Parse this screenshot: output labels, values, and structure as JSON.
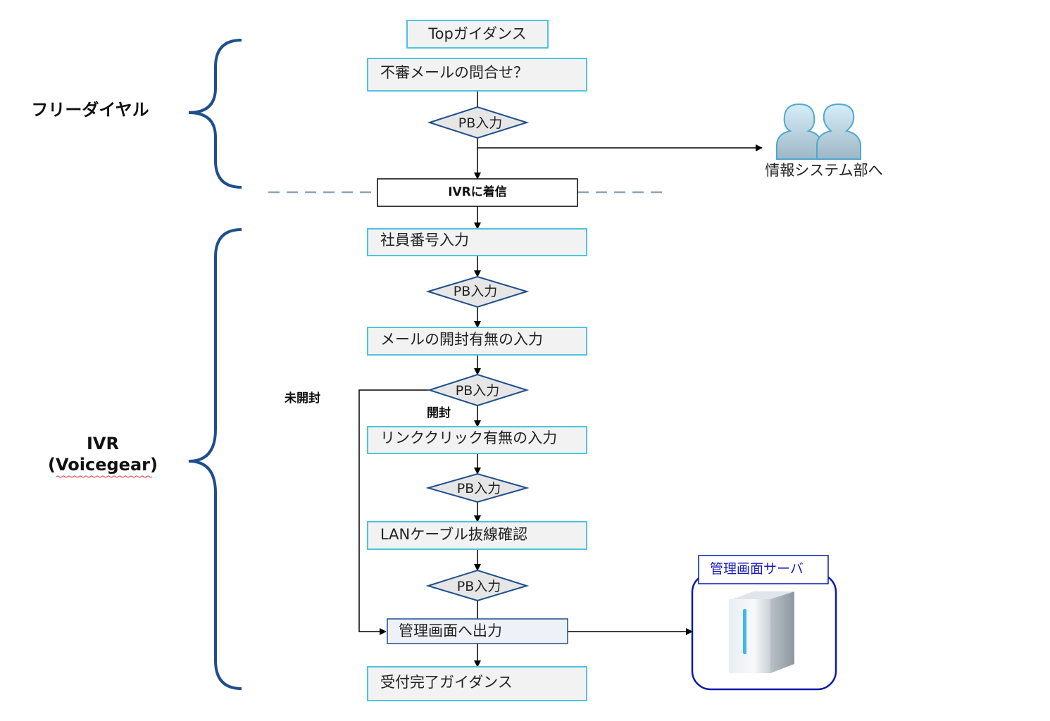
{
  "sections": {
    "free_dial": "フリーダイヤル",
    "ivr_line1": "IVR",
    "ivr_line2": "(Voicegear)"
  },
  "nodes": {
    "top_guidance": "Topガイダンス",
    "suspicious_mail": "不審メールの問合せ？",
    "pb1": "PB入力",
    "ivr_incoming": "IVRに着信",
    "employee_number": "社員番号入力",
    "pb2": "PB入力",
    "mail_opened": "メールの開封有無の入力",
    "pb3": "PB入力",
    "link_click": "リンククリック有無の入力",
    "pb4": "PB入力",
    "lan_cable": "LANケーブル抜線確認",
    "pb5": "PB入力",
    "output_admin": "管理画面へ出力",
    "complete_guidance": "受付完了ガイダンス"
  },
  "labels": {
    "unopened": "未開封",
    "opened": "開封"
  },
  "it_department": "情報システム部へ",
  "server": {
    "title": "管理画面サーバ",
    "icon": "server-icon"
  },
  "colors": {
    "bracket": "#1f4e8c",
    "box_border": "#4fc3e0",
    "box_fill": "#f2f2f2",
    "diamond_border": "#1f4e8c",
    "diamond_fill": "#e6e6e6",
    "server_border": "#0a1aa8",
    "server_title": "#1a1ab8"
  }
}
